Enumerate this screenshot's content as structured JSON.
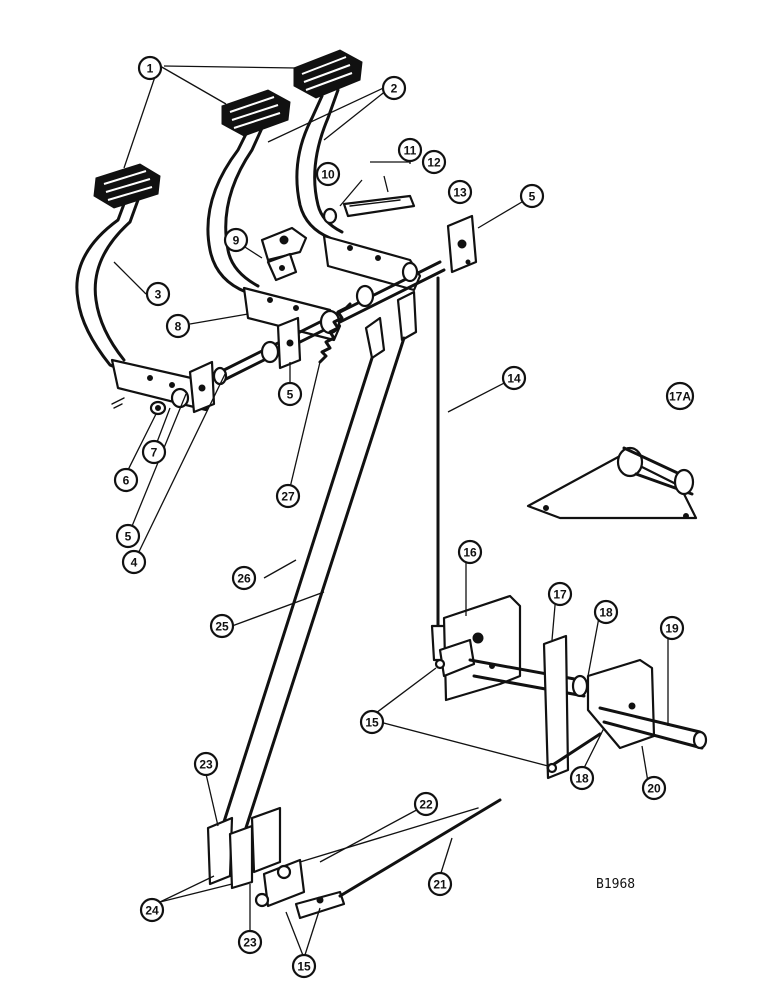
{
  "diagram": {
    "code": "B1968",
    "callouts": [
      {
        "label": "1"
      },
      {
        "label": "2"
      },
      {
        "label": "3"
      },
      {
        "label": "5"
      },
      {
        "label": "5"
      },
      {
        "label": "5"
      },
      {
        "label": "6"
      },
      {
        "label": "7"
      },
      {
        "label": "4"
      },
      {
        "label": "8"
      },
      {
        "label": "9"
      },
      {
        "label": "10"
      },
      {
        "label": "11"
      },
      {
        "label": "12"
      },
      {
        "label": "13"
      },
      {
        "label": "14"
      },
      {
        "label": "17A"
      },
      {
        "label": "27"
      },
      {
        "label": "26"
      },
      {
        "label": "25"
      },
      {
        "label": "16"
      },
      {
        "label": "17"
      },
      {
        "label": "18"
      },
      {
        "label": "19"
      },
      {
        "label": "15"
      },
      {
        "label": "18"
      },
      {
        "label": "20"
      },
      {
        "label": "23"
      },
      {
        "label": "22"
      },
      {
        "label": "21"
      },
      {
        "label": "24"
      },
      {
        "label": "23"
      },
      {
        "label": "15"
      }
    ]
  }
}
